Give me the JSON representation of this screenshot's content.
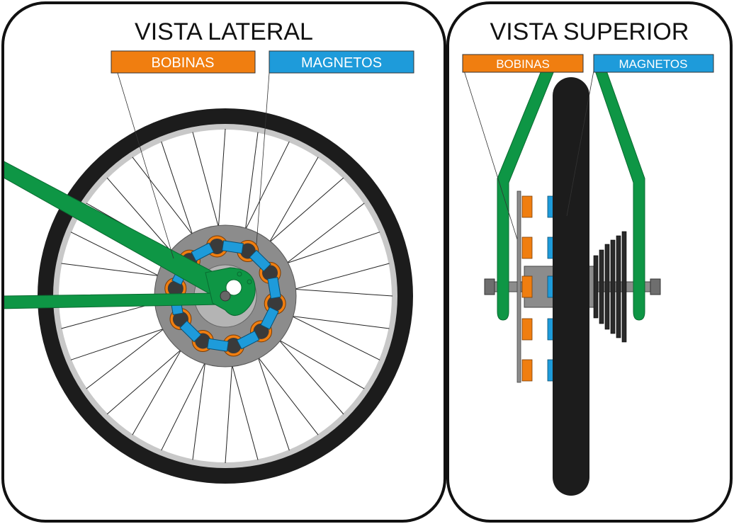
{
  "panels": {
    "side": {
      "title": "VISTA LATERAL",
      "coils_label": "BOBINAS",
      "magnets_label": "MAGNETOS"
    },
    "top": {
      "title": "VISTA SUPERIOR",
      "coils_label": "BOBINAS",
      "magnets_label": "MAGNETOS"
    }
  },
  "colors": {
    "coil": "#F07E10",
    "magnet": "#1E9BDA",
    "frame": "#0E9645",
    "tire": "#1C1C1C",
    "rim": "#C8C8C8",
    "disc": "#8C8C8C",
    "hub": "#B4B4B4"
  }
}
